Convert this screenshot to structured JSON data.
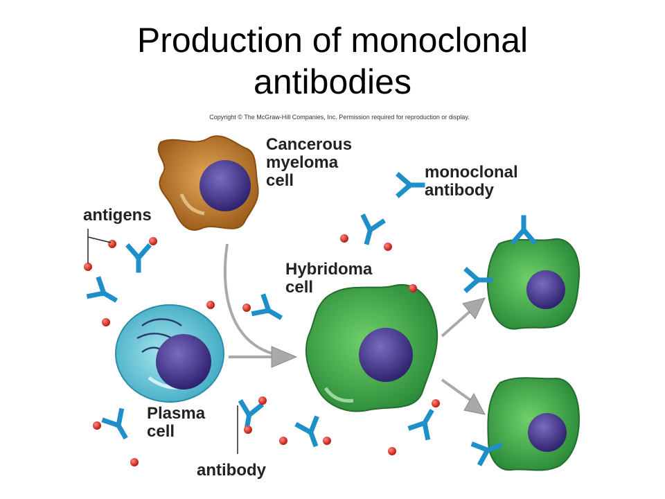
{
  "title": {
    "line1": "Production of monoclonal",
    "line2": "antibodies"
  },
  "copyright": "Copyright © The McGraw-Hill Companies, Inc. Permission required for reproduction or display.",
  "labels": {
    "myeloma": {
      "line1": "Cancerous",
      "line2": "myeloma",
      "line3": "cell"
    },
    "monoclonal": {
      "line1": "monoclonal",
      "line2": "antibody"
    },
    "antigens": "antigens",
    "hybridoma": {
      "line1": "Hybridoma",
      "line2": "cell"
    },
    "plasma": {
      "line1": "Plasma",
      "line2": "cell"
    },
    "antibody": "antibody"
  },
  "colors": {
    "antibody": "#1e8fc8",
    "antigen": "#d8261e",
    "myeloma": "#c07a2a",
    "plasma": "#5bc3d6",
    "hybridoma": "#3ea84a",
    "nucleus": "#4a3a8c",
    "arrow": "#a9a9a9"
  }
}
